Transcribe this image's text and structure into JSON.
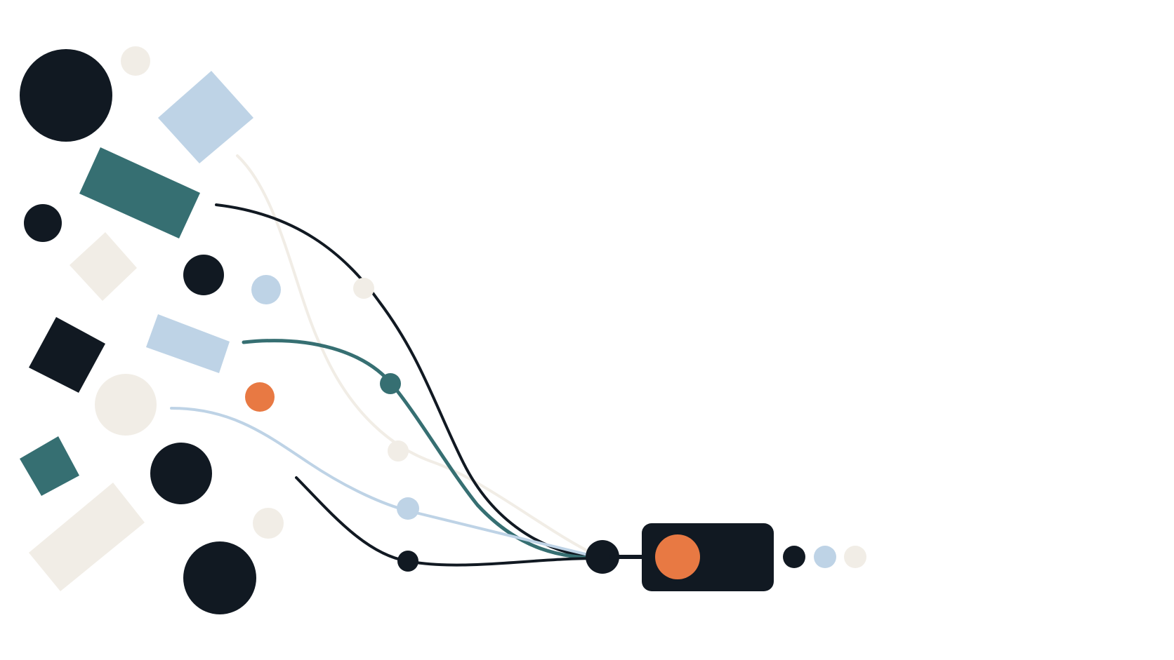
{
  "palette": {
    "navy": "#111922",
    "teal": "#366f72",
    "light_blue": "#bed3e6",
    "cream": "#f1ede6",
    "orange": "#e87943",
    "background": "#ffffff"
  },
  "illustration": {
    "description_shapes": [
      "circle",
      "circle",
      "diamond",
      "rectangle",
      "circle",
      "diamond",
      "circle",
      "circle",
      "rectangle",
      "diamond",
      "circle",
      "circle",
      "diamond",
      "circle",
      "rectangle",
      "circle",
      "circle"
    ],
    "connector_colors": [
      "cream",
      "navy",
      "teal",
      "light_blue",
      "navy"
    ],
    "hub": {
      "node_color": "navy",
      "box_color": "navy",
      "indicator_color": "orange"
    },
    "output_dots": [
      "navy",
      "light_blue",
      "cream"
    ]
  }
}
